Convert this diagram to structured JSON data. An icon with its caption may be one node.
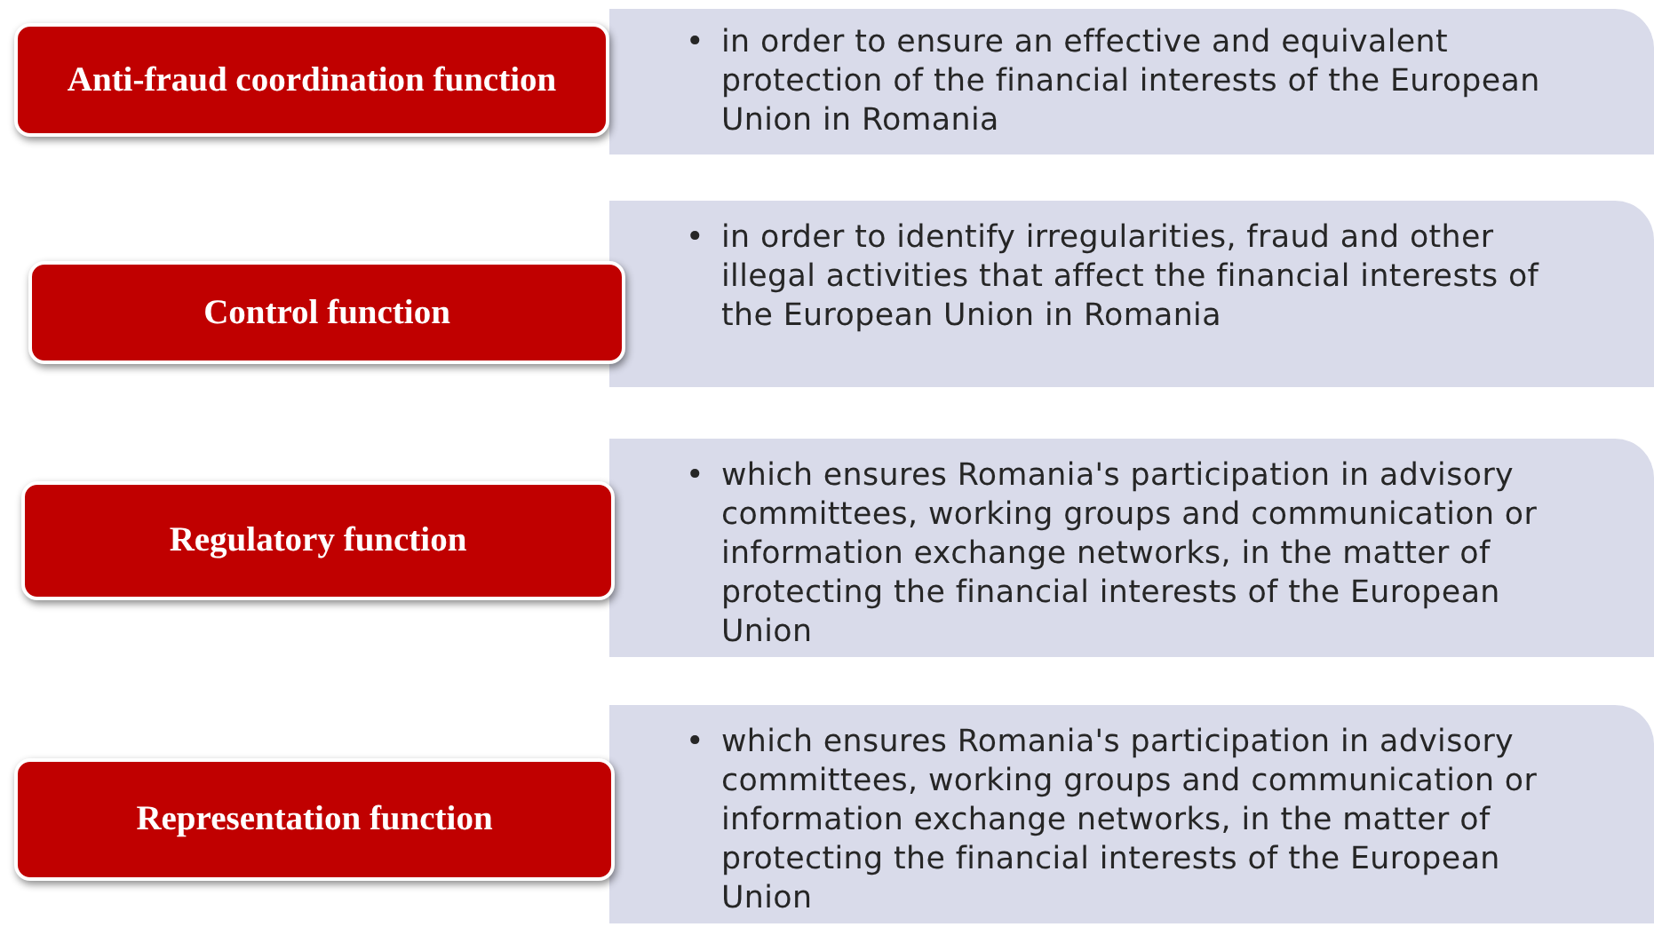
{
  "diagram": {
    "nodes": [
      {
        "text": [
          "Anti-fraud coordination function"
        ]
      },
      {
        "text": [
          "•",
          "in order to ensure an effective and equivalent protection of the financial interests of the European Union in Romania"
        ]
      },
      {
        "text": [
          "Control function"
        ]
      },
      {
        "text": [
          "•",
          "in order to identify irregularities, fraud and other illegal activities that affect the financial interests of the European Union in Romania"
        ]
      },
      {
        "text": [
          "Regulatory function"
        ]
      },
      {
        "text": [
          "•",
          "which ensures Romania's participation in advisory committees, working groups and communication or information exchange networks, in the matter of protecting the financial interests of the European Union"
        ]
      },
      {
        "text": [
          "Representation function"
        ]
      },
      {
        "text": [
          "•",
          "which ensures Romania's participation in advisory committees, working groups and communication or information exchange networks, in the matter of protecting the financial interests of the European Union"
        ]
      }
    ]
  }
}
